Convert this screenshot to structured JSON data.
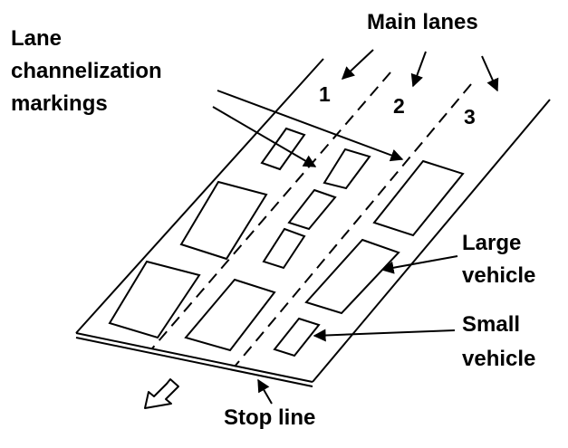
{
  "labels": {
    "main_lanes": "Main lanes",
    "lane_channelization": [
      "Lane",
      "channelization",
      "markings"
    ],
    "large_vehicle": [
      "Large",
      "vehicle"
    ],
    "small_vehicle": [
      "Small",
      "vehicle"
    ],
    "stop_line": "Stop line"
  },
  "lane_numbers": [
    "1",
    "2",
    "3"
  ],
  "colors": {
    "ink": "#000000",
    "background": "#ffffff"
  }
}
